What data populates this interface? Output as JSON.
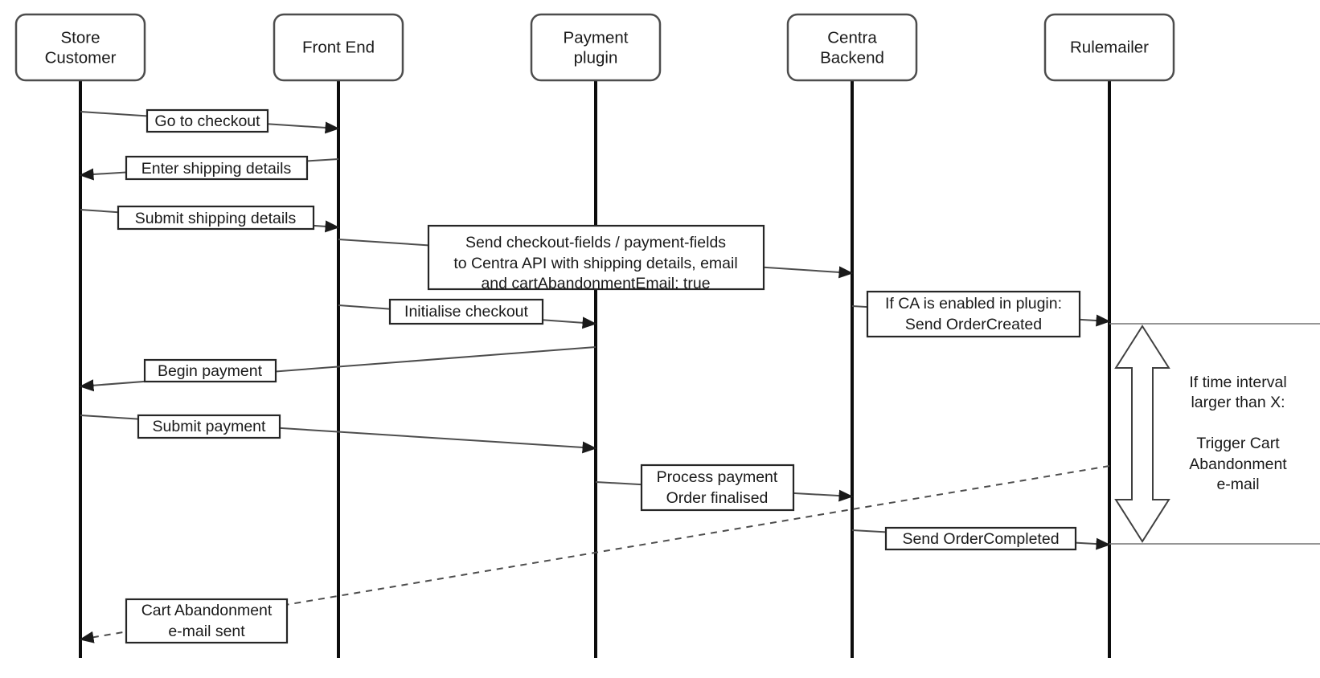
{
  "diagram_type": "sequence-diagram",
  "actors": [
    {
      "name": "store-customer",
      "lines": [
        "Store",
        "Customer"
      ]
    },
    {
      "name": "front-end",
      "lines": [
        "Front End"
      ]
    },
    {
      "name": "payment-plugin",
      "lines": [
        "Payment",
        "plugin"
      ]
    },
    {
      "name": "centra-backend",
      "lines": [
        "Centra",
        "Backend"
      ]
    },
    {
      "name": "rulemailer",
      "lines": [
        "Rulemailer"
      ]
    }
  ],
  "messages": [
    {
      "from": "Store Customer",
      "to": "Front End",
      "style": "solid",
      "lines": [
        "Go to checkout"
      ]
    },
    {
      "from": "Front End",
      "to": "Store Customer",
      "style": "solid",
      "lines": [
        "Enter shipping details"
      ]
    },
    {
      "from": "Store Customer",
      "to": "Front End",
      "style": "solid",
      "lines": [
        "Submit shipping details"
      ]
    },
    {
      "from": "Front End",
      "to": "Centra Backend",
      "style": "solid",
      "lines": [
        "Send checkout-fields / payment-fields",
        "to Centra API with shipping details, email",
        "and cartAbandonmentEmail: true"
      ]
    },
    {
      "from": "Front End",
      "to": "Payment plugin",
      "style": "solid",
      "lines": [
        "Initialise checkout"
      ]
    },
    {
      "from": "Centra Backend",
      "to": "Rulemailer",
      "style": "solid",
      "lines": [
        "If CA is enabled in plugin:",
        "Send OrderCreated"
      ]
    },
    {
      "from": "Payment plugin",
      "to": "Store Customer",
      "style": "solid",
      "lines": [
        "Begin payment"
      ]
    },
    {
      "from": "Store Customer",
      "to": "Payment plugin",
      "style": "solid",
      "lines": [
        "Submit payment"
      ]
    },
    {
      "from": "Payment plugin",
      "to": "Centra Backend",
      "style": "solid",
      "lines": [
        "Process payment",
        "Order finalised"
      ]
    },
    {
      "from": "Centra Backend",
      "to": "Rulemailer",
      "style": "solid",
      "lines": [
        "Send OrderCompleted"
      ]
    },
    {
      "from": "Rulemailer",
      "to": "Store Customer",
      "style": "dashed",
      "lines": [
        "Cart Abandonment",
        "e-mail sent"
      ]
    }
  ],
  "annotation": {
    "lines": [
      "If time interval",
      "larger than X:",
      "",
      "Trigger Cart",
      "Abandonment",
      "e-mail"
    ]
  },
  "colors": {
    "background": "#ffffff",
    "line": "#4d4d4d",
    "lifeline": "#0d0d0d",
    "box_border": "#262626",
    "text": "#1a1a1a",
    "interval_line": "#737373"
  }
}
